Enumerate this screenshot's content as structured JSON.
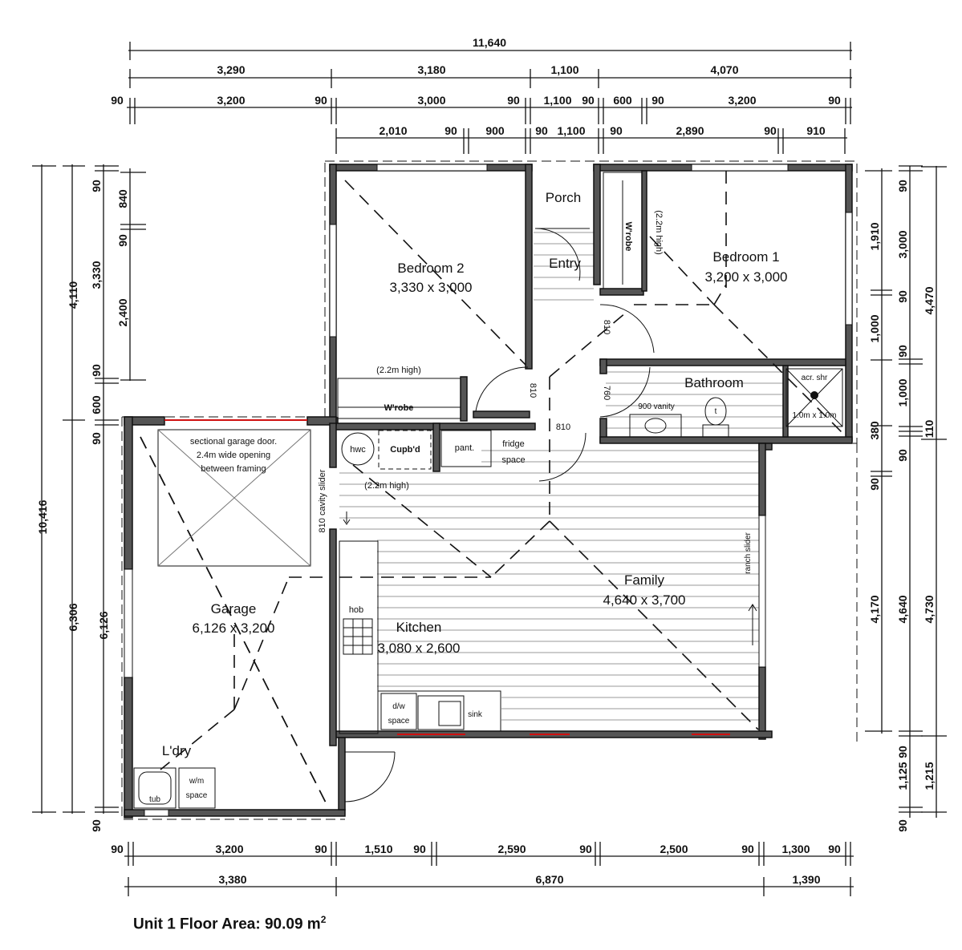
{
  "title": "Unit 1 Floor Area: 90.09 m",
  "title_prefix": "Unit 1 Floor Area: 90.09 m",
  "title_superscript": "2",
  "dimensions": {
    "top": {
      "row1": [
        "11,640"
      ],
      "row2": [
        "3,290",
        "3,180",
        "1,100",
        "4,070"
      ],
      "row3": [
        "90",
        "3,200",
        "90",
        "3,000",
        "90",
        "1,100",
        "90",
        "600",
        "90",
        "3,200",
        "90"
      ],
      "row4": [
        "2,010",
        "90",
        "900",
        "90",
        "1,100",
        "90",
        "2,890",
        "90",
        "910"
      ]
    },
    "bottom": {
      "row1": [
        "90",
        "3,200",
        "90",
        "1,510",
        "90",
        "2,590",
        "90",
        "2,500",
        "90",
        "1,300",
        "90"
      ],
      "row2": [
        "3,380",
        "6,870",
        "1,390"
      ]
    },
    "left": {
      "col1": [
        "10,416"
      ],
      "col2": [
        "4,110",
        "6,306"
      ],
      "col3": [
        "90",
        "3,330",
        "90",
        "600",
        "90",
        "6,126",
        "90"
      ],
      "col4": [
        "840",
        "90",
        "2,400"
      ]
    },
    "right": {
      "col1": [
        "1,910",
        "90",
        "1,000",
        "380",
        "90",
        "4,170",
        "90",
        "1,125",
        "90"
      ],
      "col2": [
        "90",
        "3,000",
        "90",
        "1,000",
        "90",
        "110",
        "4,640",
        "90"
      ],
      "col3": [
        "4,470",
        "4,730",
        "1,215"
      ]
    }
  },
  "rooms": {
    "bedroom2": {
      "name": "Bedroom 2",
      "size": "3,330 x 3,000"
    },
    "bedroom1": {
      "name": "Bedroom 1",
      "size": "3,200 x 3,000"
    },
    "porch": {
      "name": "Porch"
    },
    "entry": {
      "name": "Entry"
    },
    "bathroom": {
      "name": "Bathroom"
    },
    "garage": {
      "name": "Garage",
      "size": "6,126 x 3,200"
    },
    "kitchen": {
      "name": "Kitchen",
      "size": "3,080 x 2,600"
    },
    "family": {
      "name": "Family",
      "size": "4,640 x 3,700"
    },
    "laundry": {
      "name": "L'dry"
    }
  },
  "annotations": {
    "wrobe2_height": "(2.2m high)",
    "wrobe2": "W'robe",
    "wrobe1": "W'robe",
    "wrobe1_height": "(2.2m high)",
    "door_810_a": "810",
    "door_810_b": "810",
    "door_810_c": "810",
    "door_760": "760",
    "vanity": "900 vanity",
    "toilet": "t",
    "shower_top": "acr. shr",
    "shower_size": "1.0m x 1.0m",
    "hwc": "hwc",
    "cupbd": "Cupb'd",
    "pantry": "pant.",
    "fridge1": "fridge",
    "fridge2": "space",
    "cupbd_height": "(2.2m high)",
    "cavity_slider": "810 cavity slider",
    "garage_door1": "sectional garage door.",
    "garage_door2": "2.4m wide opening",
    "garage_door3": "between framing",
    "hob": "hob",
    "dw1": "d/w",
    "dw2": "space",
    "sink": "sink",
    "ranch_slider": "ranch slider",
    "tub": "tub",
    "wm1": "w/m",
    "wm2": "space"
  }
}
